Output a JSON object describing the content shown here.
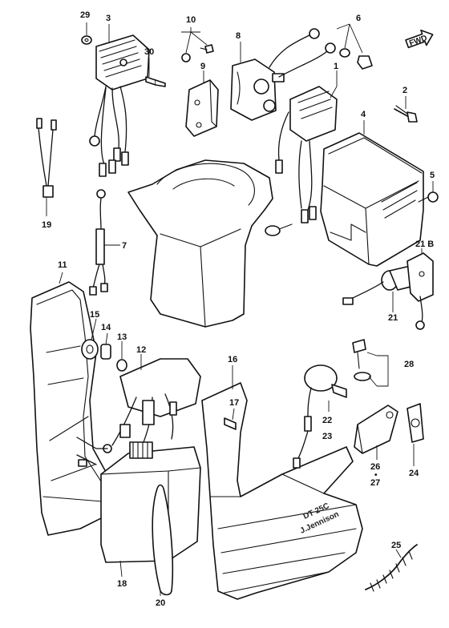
{
  "labels": {
    "l1": "1",
    "l2": "2",
    "l3": "3",
    "l4": "4",
    "l5": "5",
    "l6": "6",
    "l7": "7",
    "l8": "8",
    "l9": "9",
    "l10": "10",
    "l11": "11",
    "l12": "12",
    "l13": "13",
    "l14": "14",
    "l15": "15",
    "l16": "16",
    "l17": "17",
    "l18": "18",
    "l19": "19",
    "l20": "20",
    "l21": "21",
    "l21b": "21 B",
    "l22": "22",
    "l23": "23",
    "l24": "24",
    "l25": "25",
    "l26": "26",
    "l27": "27",
    "l28": "28",
    "l29": "29",
    "l30": "30"
  },
  "direction_arrow": "FWD",
  "cover_emblem": [
    "DT 25C",
    "J.Jennison"
  ]
}
